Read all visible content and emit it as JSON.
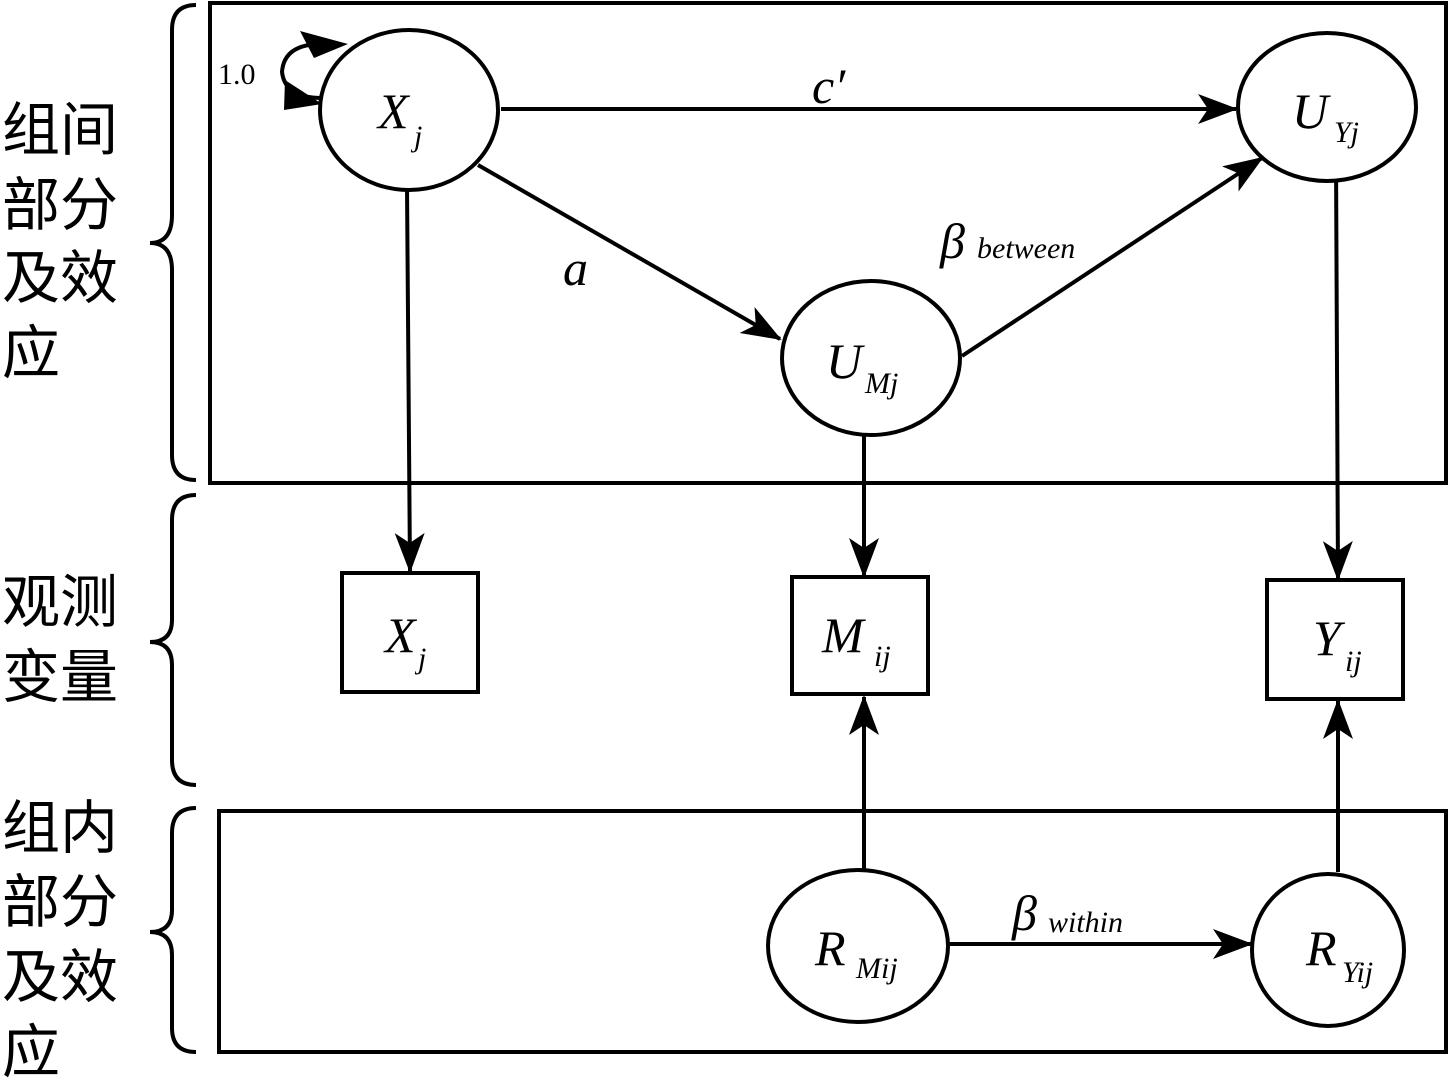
{
  "sections": {
    "between": {
      "label_lines": [
        "组间",
        "部分",
        "及效",
        "应"
      ]
    },
    "observed": {
      "label_lines": [
        "观测",
        "变量"
      ]
    },
    "within": {
      "label_lines": [
        "组内",
        "部分",
        "及效",
        "应"
      ]
    }
  },
  "nodes": {
    "x_latent": {
      "main": "X",
      "sub": "j",
      "shape": "ellipse"
    },
    "u_y": {
      "main": "U",
      "sub": "Yj",
      "shape": "ellipse"
    },
    "u_m": {
      "main": "U",
      "sub": "Mj",
      "shape": "ellipse"
    },
    "x_obs": {
      "main": "X",
      "sub": "j",
      "shape": "rect"
    },
    "m_obs": {
      "main": "M",
      "sub": "ij",
      "shape": "rect"
    },
    "y_obs": {
      "main": "Y",
      "sub": "ij",
      "shape": "rect"
    },
    "r_m": {
      "main": "R",
      "sub": "Mij",
      "shape": "ellipse"
    },
    "r_y": {
      "main": "R",
      "sub": "Yij",
      "shape": "ellipse"
    }
  },
  "paths": {
    "self_loop": {
      "label": "1.0"
    },
    "c_prime": {
      "label": "c′"
    },
    "a": {
      "label": "a"
    },
    "beta_between": {
      "main": "β",
      "sub": "between"
    },
    "beta_within": {
      "main": "β",
      "sub": "within"
    }
  }
}
